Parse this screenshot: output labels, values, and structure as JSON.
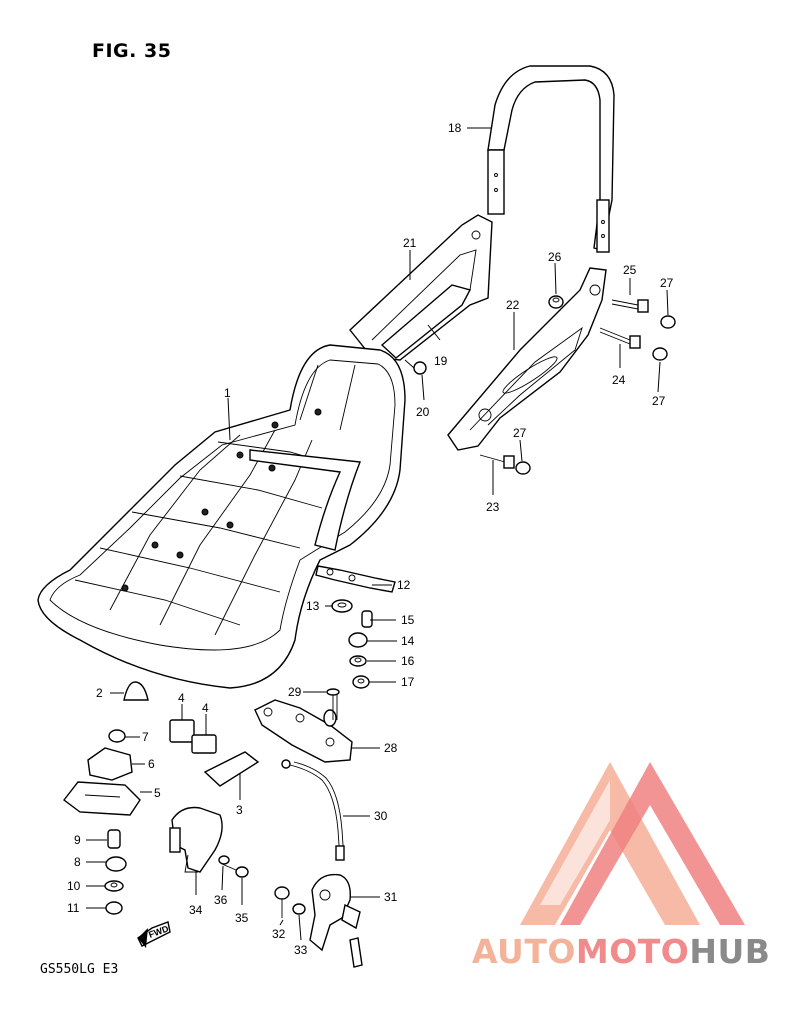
{
  "figure": {
    "title": "FIG. 35",
    "model": "GS550LG E3",
    "fwd_label": "FWD"
  },
  "watermark": {
    "text_a": "AUTO",
    "text_b": "MOTO",
    "text_c": "HUB",
    "accent": "#f07a7a",
    "accent_light": "#f6b7a2",
    "neutral": "#8a8a8a"
  },
  "callouts": {
    "c1": "1",
    "c2": "2",
    "c3": "3",
    "c4a": "4",
    "c4b": "4",
    "c5": "5",
    "c6": "6",
    "c7": "7",
    "c8": "8",
    "c9": "9",
    "c10": "10",
    "c11": "11",
    "c12": "12",
    "c13": "13",
    "c14": "14",
    "c15": "15",
    "c16": "16",
    "c17": "17",
    "c18": "18",
    "c19": "19",
    "c20": "20",
    "c21": "21",
    "c22": "22",
    "c23": "23",
    "c24": "24",
    "c25": "25",
    "c26": "26",
    "c27a": "27",
    "c27b": "27",
    "c27c": "27",
    "c28": "28",
    "c29": "29",
    "c30": "30",
    "c31": "31",
    "c32": "32",
    "c33": "33",
    "c34": "34",
    "c35": "35",
    "c36": "36"
  }
}
